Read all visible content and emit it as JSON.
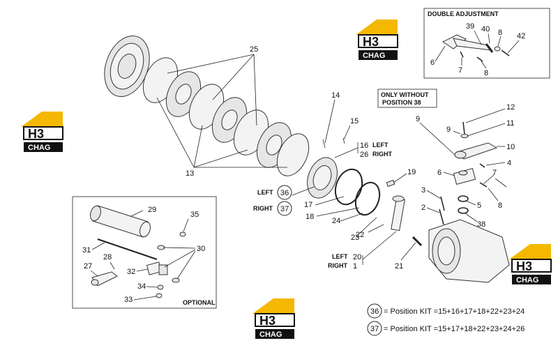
{
  "boxes": {
    "double_adjustment": "DOUBLE ADJUSTMENT",
    "optional": "OPTIONAL",
    "only_without_line1": "ONLY WITHOUT",
    "only_without_line2": "POSITION 38"
  },
  "watermark": {
    "brand_top": "H3",
    "brand_bottom": "CHAG",
    "accent": "#f5b800"
  },
  "labels": {
    "p25": "25",
    "p13": "13",
    "p14": "14",
    "p15": "15",
    "p16": "16",
    "left": "LEFT",
    "p26": "26",
    "right": "RIGHT",
    "p36": "36",
    "p37": "37",
    "p17": "17",
    "p18": "18",
    "p24": "24",
    "p23": "23",
    "p22": "22",
    "p19": "19",
    "p20": "20",
    "p1": "1",
    "p21": "21",
    "p3": "3",
    "p2": "2",
    "p6": "6",
    "p7": "7",
    "p8": "8",
    "p4": "4",
    "p5": "5",
    "p38": "38",
    "p9": "9",
    "p10": "10",
    "p11": "11",
    "p12": "12",
    "d39": "39",
    "d40": "40",
    "d8": "8",
    "d42": "42",
    "d6": "6",
    "d7": "7",
    "d8b": "8",
    "o29": "29",
    "o35": "35",
    "o31": "31",
    "o30": "30",
    "o28": "28",
    "o27": "27",
    "o32": "32",
    "o34": "34",
    "o33": "33"
  },
  "legend": {
    "k36_num": "36",
    "k36_text": "= Position KIT =15+16+17+18+22+23+24",
    "k37_num": "37",
    "k37_text": "= Position KIT =15+17+18+22+23+24+26"
  }
}
